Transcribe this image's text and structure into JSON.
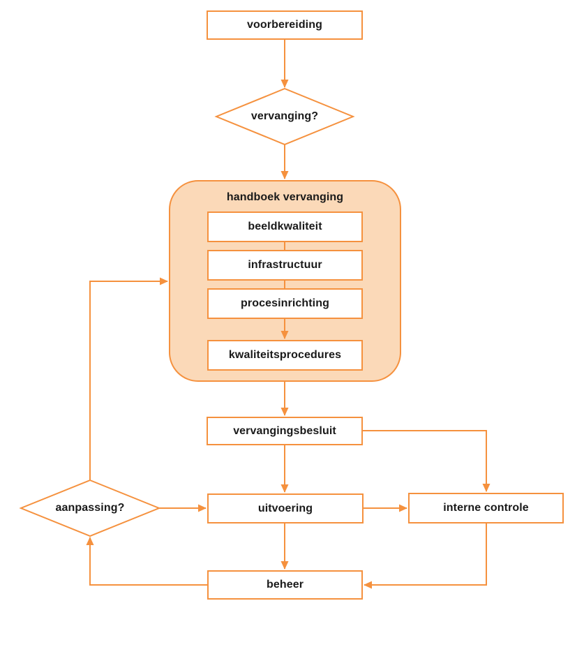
{
  "diagram": {
    "title": "handboek vervanging",
    "nodes": {
      "voorbereiding": {
        "label": "voorbereiding",
        "type": "process"
      },
      "vervanging": {
        "label": "vervanging?",
        "type": "decision"
      },
      "handboek_vervanging": {
        "label": "handboek vervanging",
        "type": "container"
      },
      "beeldkwaliteit": {
        "label": "beeldkwaliteit",
        "type": "process"
      },
      "infrastructuur": {
        "label": "infrastructuur",
        "type": "process"
      },
      "procesinrichting": {
        "label": "procesinrichting",
        "type": "process"
      },
      "kwaliteitsprocedures": {
        "label": "kwaliteitsprocedures",
        "type": "process"
      },
      "vervangingsbesluit": {
        "label": "vervangingsbesluit",
        "type": "process"
      },
      "uitvoering": {
        "label": "uitvoering",
        "type": "process"
      },
      "interne_controle": {
        "label": "interne controle",
        "type": "process"
      },
      "aanpassing": {
        "label": "aanpassing?",
        "type": "decision"
      },
      "beheer": {
        "label": "beheer",
        "type": "process"
      }
    },
    "edges": [
      "voorbereiding -> vervanging",
      "vervanging -> handboek_vervanging",
      "beeldkwaliteit - infrastructuur",
      "infrastructuur - procesinrichting",
      "procesinrichting -> kwaliteitsprocedures",
      "handboek_vervanging -> vervangingsbesluit",
      "vervangingsbesluit -> uitvoering",
      "vervangingsbesluit -> interne_controle",
      "uitvoering -> interne_controle",
      "interne_controle -> beheer",
      "uitvoering -> beheer",
      "aanpassing -> uitvoering",
      "beheer -> aanpassing",
      "aanpassing -> handboek_vervanging"
    ],
    "colors": {
      "stroke": "#F5913E",
      "container_fill": "#FBD9B8",
      "box_fill": "#FFFFFF",
      "text": "#1A1A1A",
      "background": "#FFFFFF"
    }
  }
}
